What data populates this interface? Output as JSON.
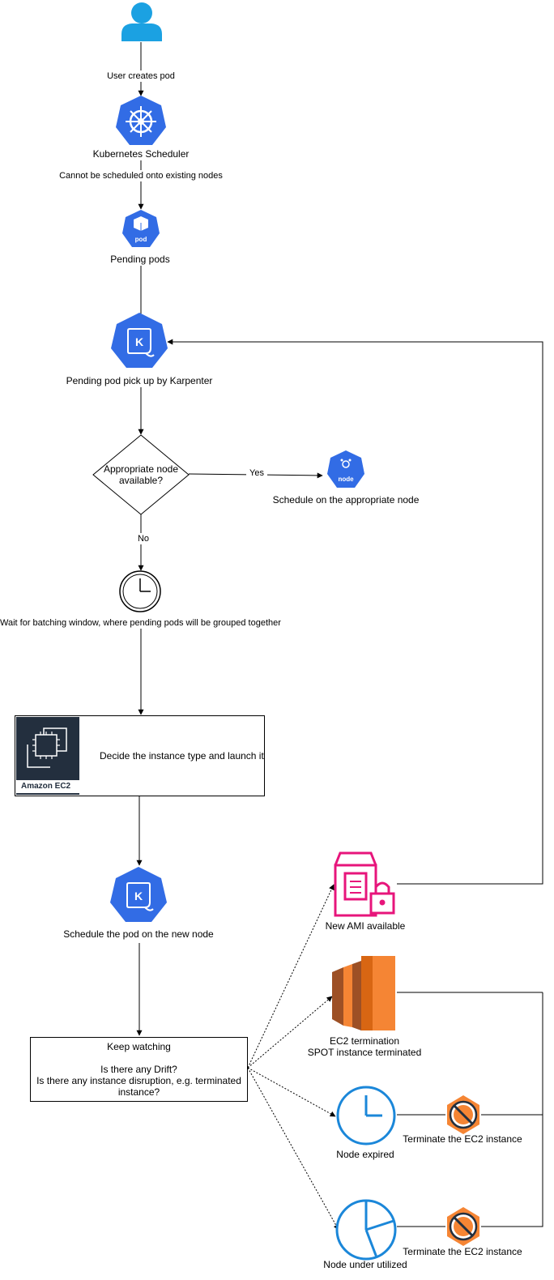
{
  "nodes": {
    "user_creates_pod": "User creates pod",
    "kubernetes_scheduler": "Kubernetes Scheduler",
    "cannot_schedule": "Cannot be scheduled onto existing nodes",
    "pending_pods": "Pending pods",
    "pod_icon_text": "pod",
    "karpenter_pickup": "Pending pod pick up by Karpenter",
    "decision": [
      "Appropriate node",
      "available?"
    ],
    "yes": "Yes",
    "no": "No",
    "node_icon_text": "node",
    "schedule_appropriate": "Schedule on the appropriate node",
    "batching_window": "Wait for batching window, where pending pods will be grouped together",
    "ec2_tile_label": "Amazon EC2",
    "ec2_decide": "Decide the instance type and launch it",
    "schedule_new_node": "Schedule the pod on the new node",
    "keep_watching": {
      "title": "Keep watching",
      "line1": "Is there any Drift?",
      "line2": "Is there any instance disruption, e.g. terminated",
      "line3": "instance?"
    },
    "new_ami": "New AMI available",
    "ec2_termination": [
      "EC2 termination",
      "SPOT instance terminated"
    ],
    "node_expired": "Node expired",
    "node_under_utilized": "Node under utilized",
    "terminate_instance_1": "Terminate the EC2 instance",
    "terminate_instance_2": "Terminate the EC2 instance"
  },
  "colors": {
    "k8s_blue": "#326ce5",
    "aws_dark": "#232f3e",
    "aws_orange": "#f58534",
    "aws_orange_dark": "#9d5025",
    "security_pink": "#e7157b",
    "cw_blue": "#1b87d9",
    "user_cyan": "#1ba1e2"
  }
}
